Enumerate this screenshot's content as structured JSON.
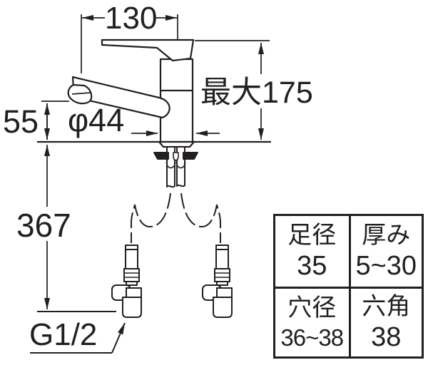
{
  "drawing": {
    "title": "faucet dimension diagram",
    "labels": {
      "top_width": "130",
      "max_height": "最大175",
      "spout_height": "55",
      "body_diameter": "φ44",
      "under_counter_length": "367",
      "thread_size": "G1/2"
    },
    "table": {
      "cells": [
        {
          "label": "足径",
          "value": "35"
        },
        {
          "label": "厚み",
          "value": "5~30"
        },
        {
          "label": "穴径",
          "value": "36~38"
        },
        {
          "label": "六角",
          "value": "38"
        }
      ]
    },
    "colors": {
      "line": "#231f20",
      "background": "#ffffff"
    }
  }
}
